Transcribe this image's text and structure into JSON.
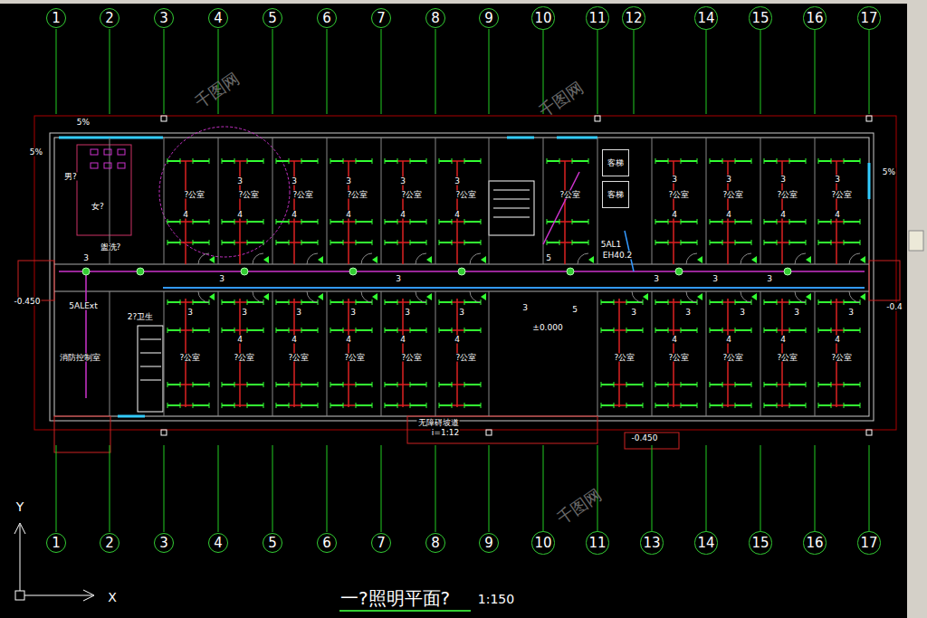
{
  "diagram": {
    "title": "一?照明平面?",
    "nodes": [
      {
        "text": [
          "1"
        ]
      },
      {
        "text": [
          "2"
        ]
      },
      {
        "text": [
          "3"
        ]
      },
      {
        "text": [
          "4"
        ]
      },
      {
        "text": [
          "5"
        ]
      },
      {
        "text": [
          "6"
        ]
      },
      {
        "text": [
          "7"
        ]
      },
      {
        "text": [
          "8"
        ]
      },
      {
        "text": [
          "9"
        ]
      },
      {
        "text": [
          "10"
        ]
      },
      {
        "text": [
          "11"
        ]
      },
      {
        "text": [
          "12"
        ]
      },
      {
        "text": [
          "14"
        ]
      },
      {
        "text": [
          "15"
        ]
      },
      {
        "text": [
          "16"
        ]
      },
      {
        "text": [
          "17"
        ]
      },
      {
        "text": [
          "客梯"
        ]
      },
      {
        "text": [
          "客梯"
        ]
      },
      {
        "text": [
          "1"
        ]
      },
      {
        "text": [
          "2"
        ]
      },
      {
        "text": [
          "3"
        ]
      },
      {
        "text": [
          "4"
        ]
      },
      {
        "text": [
          "5"
        ]
      },
      {
        "text": [
          "6"
        ]
      },
      {
        "text": [
          "7"
        ]
      },
      {
        "text": [
          "8"
        ]
      },
      {
        "text": [
          "9"
        ]
      },
      {
        "text": [
          "10"
        ]
      },
      {
        "text": [
          "11"
        ]
      },
      {
        "text": [
          "13"
        ]
      },
      {
        "text": [
          "14"
        ]
      },
      {
        "text": [
          "15"
        ]
      },
      {
        "text": [
          "16"
        ]
      },
      {
        "text": [
          "17"
        ]
      }
    ],
    "labels": [
      "5%",
      "5%",
      "5%",
      "-0.450",
      "-0.4",
      "-0.450",
      "5ALExt",
      "5AL1",
      "EH40.2",
      "±0.000",
      "无障碍坡道",
      "i=1:12",
      "消防控制室",
      "男?",
      "女?",
      "盥洗?",
      "2?卫生",
      "1:150",
      "?公室",
      "?公室",
      "?公室",
      "?公室",
      "?公室",
      "?公室",
      "?公室",
      "?公室",
      "?公室",
      "?公室",
      "?公室",
      "?公室",
      "?公室",
      "?公室",
      "?公室",
      "?公室",
      "?公室",
      "?公室",
      "?公室",
      "?公室",
      "?公室",
      "?公室",
      "Y",
      "X",
      "千图网",
      "千图网",
      "千图网",
      "3",
      "3",
      "3",
      "3",
      "3",
      "3",
      "3",
      "3",
      "3",
      "4",
      "4",
      "4",
      "4",
      "4",
      "4",
      "4",
      "4",
      "4",
      "4",
      "4",
      "4",
      "4",
      "4",
      "4",
      "4",
      "4",
      "4",
      "4",
      "3",
      "3",
      "3",
      "3",
      "3",
      "3",
      "3",
      "3",
      "3",
      "3",
      "3",
      "3",
      "3",
      "3",
      "3",
      "3",
      "3",
      "3",
      "5",
      "5"
    ]
  }
}
